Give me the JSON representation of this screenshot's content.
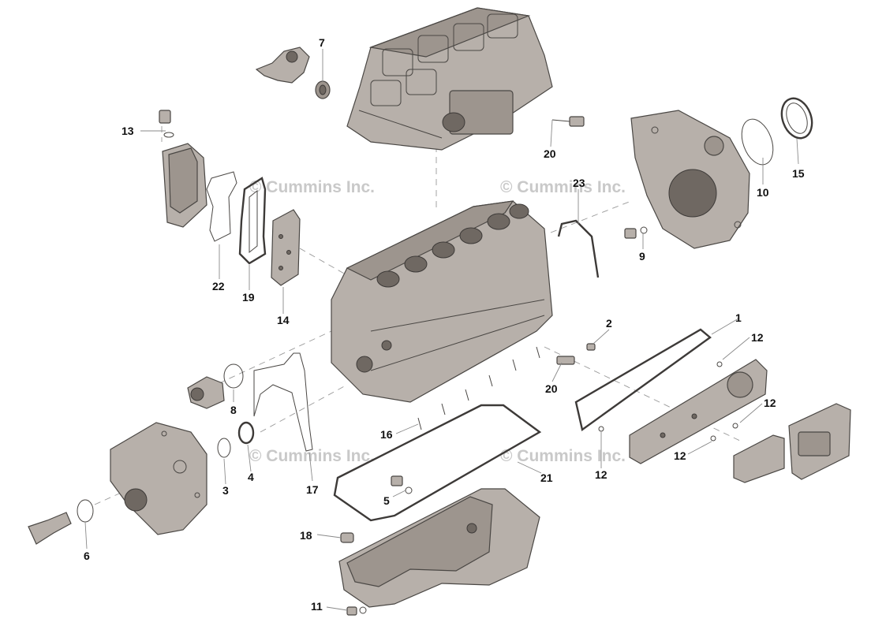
{
  "watermark": "© Cummins Inc.",
  "callouts": [
    {
      "id": "c1",
      "text": "1"
    },
    {
      "id": "c2",
      "text": "2"
    },
    {
      "id": "c3",
      "text": "3"
    },
    {
      "id": "c4",
      "text": "4"
    },
    {
      "id": "c5",
      "text": "5"
    },
    {
      "id": "c6",
      "text": "6"
    },
    {
      "id": "c7",
      "text": "7"
    },
    {
      "id": "c8",
      "text": "8"
    },
    {
      "id": "c9",
      "text": "9"
    },
    {
      "id": "c10",
      "text": "10"
    },
    {
      "id": "c11",
      "text": "11"
    },
    {
      "id": "c12a",
      "text": "12"
    },
    {
      "id": "c12b",
      "text": "12"
    },
    {
      "id": "c12c",
      "text": "12"
    },
    {
      "id": "c12d",
      "text": "12"
    },
    {
      "id": "c13",
      "text": "13"
    },
    {
      "id": "c14",
      "text": "14"
    },
    {
      "id": "c15",
      "text": "15"
    },
    {
      "id": "c16",
      "text": "16"
    },
    {
      "id": "c17",
      "text": "17"
    },
    {
      "id": "c18",
      "text": "18"
    },
    {
      "id": "c19",
      "text": "19"
    },
    {
      "id": "c20a",
      "text": "20"
    },
    {
      "id": "c20b",
      "text": "20"
    },
    {
      "id": "c21",
      "text": "21"
    },
    {
      "id": "c22",
      "text": "22"
    },
    {
      "id": "c23",
      "text": "23"
    }
  ],
  "colors": {
    "part": "#b7b0aa",
    "outline": "#4a4744",
    "watermark": "#c9c9c9",
    "text": "#111111"
  }
}
